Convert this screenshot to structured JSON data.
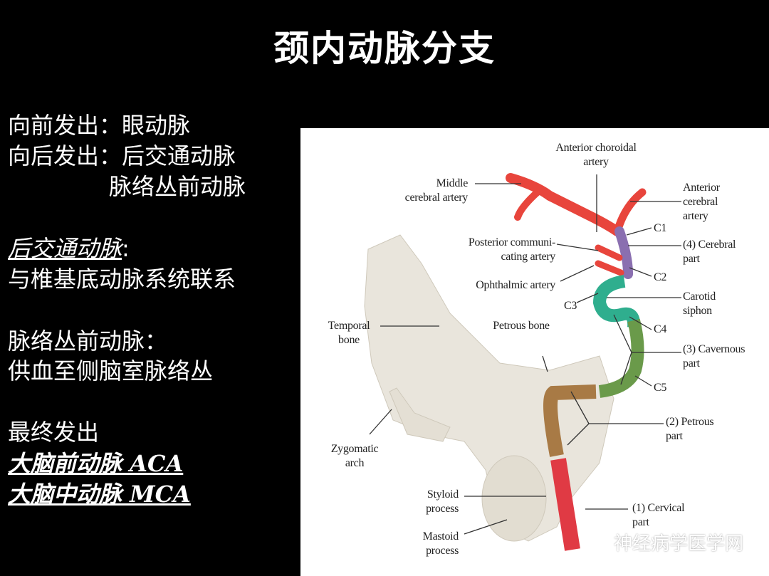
{
  "title": "颈内动脉分支",
  "left_text": {
    "line1": "向前发出：眼动脉",
    "line2": "向后发出：后交通动脉",
    "line3": "脉络丛前动脉",
    "pcom_heading": "后交通动脉",
    "pcom_colon": ":",
    "pcom_desc": "与椎基底动脉系统联系",
    "achor_heading": "脉络丛前动脉：",
    "achor_desc": "供血至侧脑室脉络丛",
    "final_heading": "最终发出",
    "aca": "大脑前动脉 ACA",
    "mca": "大脑中动脉 MCA"
  },
  "diagram": {
    "labels": {
      "anterior_choroidal_1": "Anterior choroidal",
      "anterior_choroidal_2": "artery",
      "mca_1": "Middle",
      "mca_2": "cerebral artery",
      "aca_1": "Anterior",
      "aca_2": "cerebral",
      "aca_3": "artery",
      "c1": "C1",
      "pcom_1": "Posterior communi-",
      "pcom_2": "cating artery",
      "cerebral_1": "(4) Cerebral",
      "cerebral_2": "part",
      "ophthalmic": "Ophthalmic artery",
      "c2": "C2",
      "c3": "C3",
      "siphon_1": "Carotid",
      "siphon_2": "siphon",
      "temporal_1": "Temporal",
      "temporal_2": "bone",
      "petrous_bone": "Petrous bone",
      "c4": "C4",
      "cavernous_1": "(3) Cavernous",
      "cavernous_2": "part",
      "c5": "C5",
      "petrous_1": "(2) Petrous",
      "petrous_2": "part",
      "zygomatic_1": "Zygomatic",
      "zygomatic_2": "arch",
      "styloid_1": "Styloid",
      "styloid_2": "process",
      "cervical_1": "(1) Cervical",
      "cervical_2": "part",
      "mastoid_1": "Mastoid",
      "mastoid_2": "process"
    },
    "colors": {
      "artery": "#e8453c",
      "cerebral": "#8a6fb0",
      "siphon": "#2fae8e",
      "cavernous": "#6a9a4a",
      "petrous": "#a87a45",
      "cervical": "#e03a44",
      "bone": "#e9e5dc"
    }
  },
  "watermark": {
    "icon": "wechat-icon",
    "text": "神经病学医学网"
  }
}
